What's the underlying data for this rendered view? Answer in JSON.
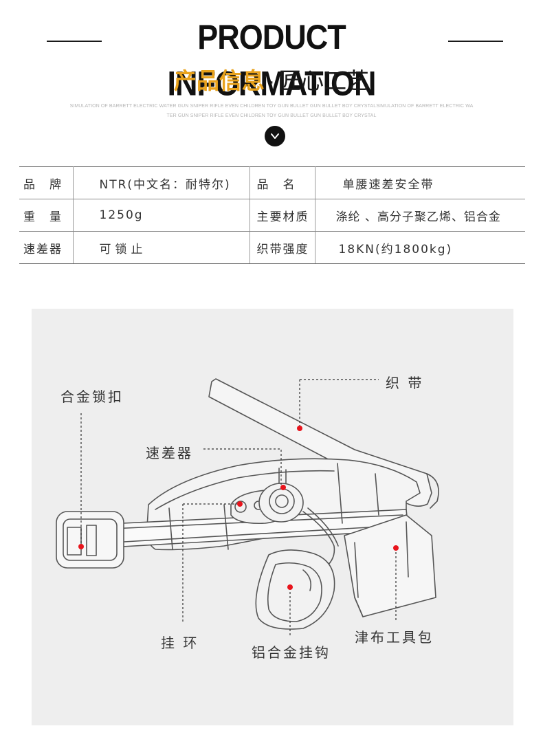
{
  "header": {
    "title": "PRODUCT INFORMATION",
    "subtitle_orange": "产品信息",
    "subtitle_sep": "·",
    "subtitle_dark": "匠心工艺",
    "tagline_line1": "SIMULATION OF BARRETT ELECTRIC WATER GUN SNIPER RIFLE EVEN CHILDREN TOY GUN BULLET GUN BULLET BOY CRYSTALSIMULATION OF BARRETT ELECTRIC WA",
    "tagline_line2": "TER GUN SNIPER RIFLE EVEN CHILDREN TOY GUN BULLET GUN BULLET BOY CRYSTAL",
    "scroll_icon": "chevron-down-icon"
  },
  "specs": {
    "rows": [
      {
        "label1": "品　牌",
        "value1": "NTR(中文名：耐特尔)",
        "label2": "品　名",
        "value2": "单腰速差安全带"
      },
      {
        "label1": "重　量",
        "value1": "1250g",
        "label2": "主要材质",
        "value2": "涤纶 、高分子聚乙烯、铝合金"
      },
      {
        "label1": "速差器",
        "value1": "可锁止",
        "label2": "织带强度",
        "value2": "18KN(约1800kg)"
      }
    ]
  },
  "diagram": {
    "labels": {
      "webbing": "织 带",
      "buckle": "合金锁扣",
      "differential": "速差器",
      "ring": "挂 环",
      "hook": "铝合金挂钩",
      "tool_bag": "津布工具包"
    },
    "colors": {
      "dot": "#e8141c",
      "background": "#eeeeee",
      "accent": "#e8a21c"
    }
  }
}
